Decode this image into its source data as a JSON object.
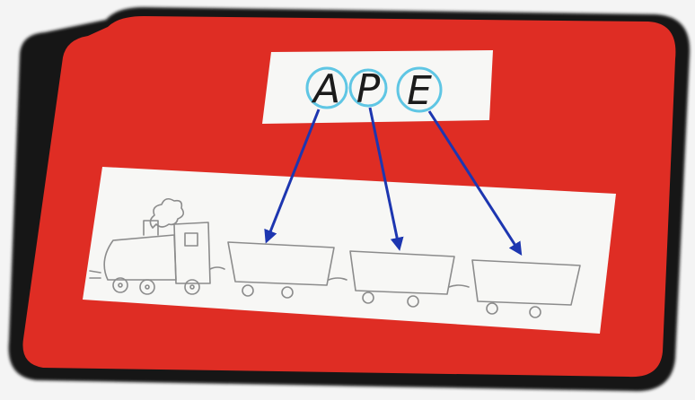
{
  "letters": [
    "A",
    "P",
    "E"
  ],
  "colors": {
    "board": "#df2d24",
    "frame": "#141414",
    "label_circle": "#5fc6e4",
    "arrow": "#1d36b0",
    "sketch": "#8c8c8c",
    "paper": "#f7f7f5"
  },
  "icons": {
    "train": "steam-train-icon",
    "wagon": "train-wagon-icon",
    "arrow": "down-arrow-icon"
  }
}
